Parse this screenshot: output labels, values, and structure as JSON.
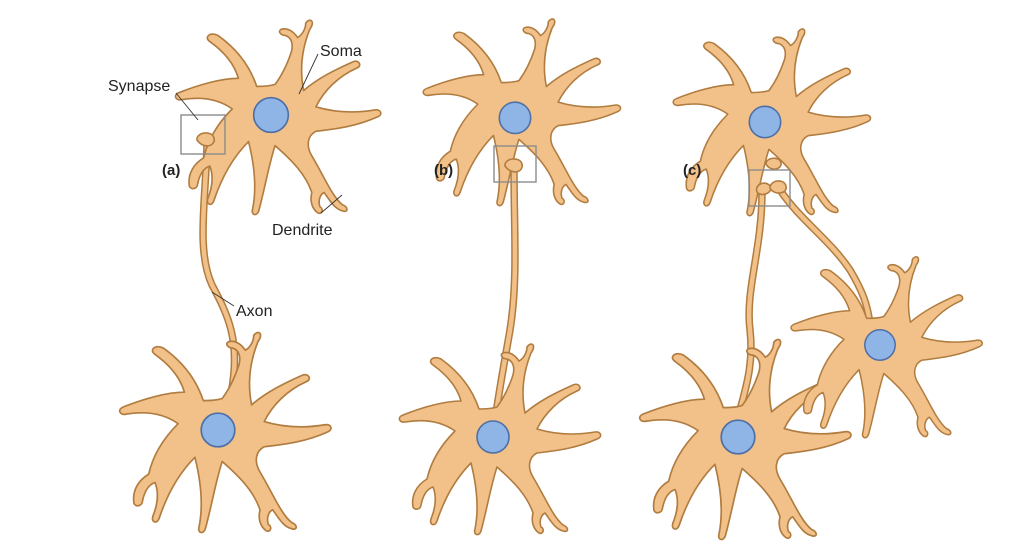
{
  "labels": {
    "soma": "Soma",
    "synapse": "Synapse",
    "dendrite": "Dendrite",
    "axon": "Axon"
  },
  "panels": {
    "a": "(a)",
    "b": "(b)",
    "c": "(c)"
  },
  "colors": {
    "cell_fill": "#F2C089",
    "cell_outline": "#B07C3F",
    "nucleus_fill": "#8FB4E6",
    "nucleus_outline": "#4E6FA6"
  }
}
